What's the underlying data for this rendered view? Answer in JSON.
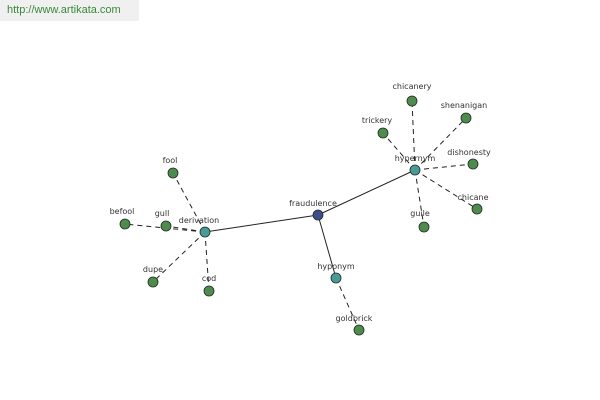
{
  "site_url": "http://www.artikata.com",
  "colors": {
    "link_text": "#3a8a3a",
    "background_bar": "#f0f0f0",
    "edge": "#222222",
    "root_fill": "#3f4d8f",
    "relation_fill": "#4a9a9a",
    "word_fill": "#4f8a4f",
    "node_stroke": "#1e2e1e"
  },
  "nodes": [
    {
      "id": "fraudulence",
      "label": "fraudulence",
      "kind": "root"
    },
    {
      "id": "hypernym",
      "label": "hypernym",
      "kind": "relation"
    },
    {
      "id": "derivation",
      "label": "derivation",
      "kind": "relation"
    },
    {
      "id": "hyponym",
      "label": "hyponym",
      "kind": "relation"
    },
    {
      "id": "chicanery",
      "label": "chicanery",
      "kind": "word"
    },
    {
      "id": "shenanigan",
      "label": "shenanigan",
      "kind": "word"
    },
    {
      "id": "trickery",
      "label": "trickery",
      "kind": "word"
    },
    {
      "id": "dishonesty",
      "label": "dishonesty",
      "kind": "word"
    },
    {
      "id": "chicane",
      "label": "chicane",
      "kind": "word"
    },
    {
      "id": "guile",
      "label": "guile",
      "kind": "word"
    },
    {
      "id": "fool",
      "label": "fool",
      "kind": "word"
    },
    {
      "id": "befool",
      "label": "befool",
      "kind": "word"
    },
    {
      "id": "gull",
      "label": "gull",
      "kind": "word"
    },
    {
      "id": "dupe",
      "label": "dupe",
      "kind": "word"
    },
    {
      "id": "cod",
      "label": "cod",
      "kind": "word"
    },
    {
      "id": "goldbrick",
      "label": "goldbrick",
      "kind": "word"
    }
  ],
  "edges": [
    {
      "from": "fraudulence",
      "to": "hypernym",
      "style": "solid"
    },
    {
      "from": "fraudulence",
      "to": "derivation",
      "style": "solid"
    },
    {
      "from": "fraudulence",
      "to": "hyponym",
      "style": "solid"
    },
    {
      "from": "hypernym",
      "to": "chicanery",
      "style": "dashed"
    },
    {
      "from": "hypernym",
      "to": "shenanigan",
      "style": "dashed"
    },
    {
      "from": "hypernym",
      "to": "trickery",
      "style": "dashed"
    },
    {
      "from": "hypernym",
      "to": "dishonesty",
      "style": "dashed"
    },
    {
      "from": "hypernym",
      "to": "chicane",
      "style": "dashed"
    },
    {
      "from": "hypernym",
      "to": "guile",
      "style": "dashed"
    },
    {
      "from": "derivation",
      "to": "fool",
      "style": "dashed"
    },
    {
      "from": "derivation",
      "to": "befool",
      "style": "dashed"
    },
    {
      "from": "derivation",
      "to": "gull",
      "style": "dashed"
    },
    {
      "from": "derivation",
      "to": "dupe",
      "style": "dashed"
    },
    {
      "from": "derivation",
      "to": "cod",
      "style": "dashed"
    },
    {
      "from": "hyponym",
      "to": "goldbrick",
      "style": "dashed"
    }
  ]
}
